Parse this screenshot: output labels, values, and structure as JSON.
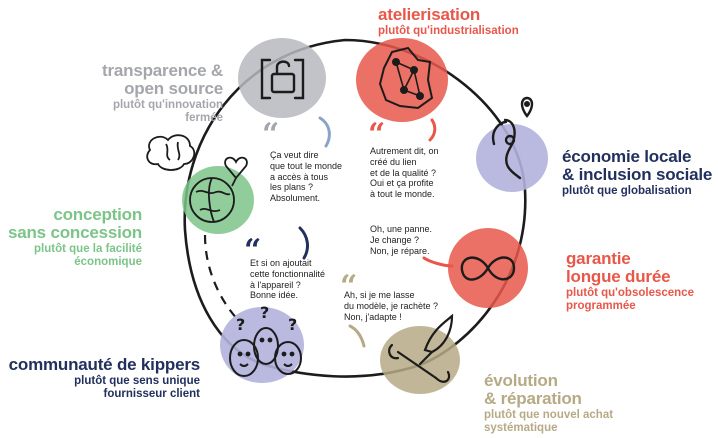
{
  "colors": {
    "red": "#e8574a",
    "navy": "#22305e",
    "gray": "#a4a6ac",
    "green": "#7cc48a",
    "khaki": "#b6aa86",
    "lavender": "#b3b1dc",
    "ink": "#1c1c1c"
  },
  "nodes": {
    "transparence": {
      "title1": "transparence &",
      "title2": "open source",
      "sub1": "plutôt qu'innovation",
      "sub2": "fermée",
      "icon": "padlock-open-icon"
    },
    "atelierisation": {
      "title": "atelierisation",
      "sub": "plutôt qu'industrialisation",
      "icon": "france-map-network-icon"
    },
    "economie": {
      "title1": "économie locale",
      "title2": "& inclusion sociale",
      "sub": "plutôt que globalisation",
      "icon": "location-pin-icon"
    },
    "garantie": {
      "title1": "garantie",
      "title2": "longue durée",
      "sub1": "plutôt qu'obsolescence",
      "sub2": "programmée",
      "icon": "infinity-icon"
    },
    "evolution": {
      "title1": "évolution",
      "title2": "& réparation",
      "sub1": "plutôt que nouvel achat",
      "sub2": "systématique",
      "icon": "wrench-leaf-icon"
    },
    "communaute": {
      "title": "communauté de kippers",
      "sub1": "plutôt que sens unique",
      "sub2": "fournisseur client",
      "icon": "community-faces-icon"
    },
    "conception": {
      "title1": "conception",
      "title2": "sans concession",
      "sub1": "plutôt que la facilité",
      "sub2": "économique",
      "icon": "brain-globe-heart-icon"
    }
  },
  "quotes": {
    "q1": [
      "Ça veut dire",
      "que tout le monde",
      "a accès à tous",
      "les plans ?",
      "Absolument."
    ],
    "q2": [
      "Autrement dit, on",
      "créé du lien",
      "et de la qualité ?",
      "Oui et ça profite",
      "à tout le monde."
    ],
    "q3": [
      "Oh, une panne.",
      "Je change ?",
      "Non, je répare."
    ],
    "q4": [
      "Ah, si je me lasse",
      "du modèle, je rachète ?",
      "Non, j'adapte !"
    ],
    "q5": [
      "Et si on ajoutait",
      "cette fonctionnalité",
      "à l'appareil ?",
      "Bonne idée."
    ]
  }
}
